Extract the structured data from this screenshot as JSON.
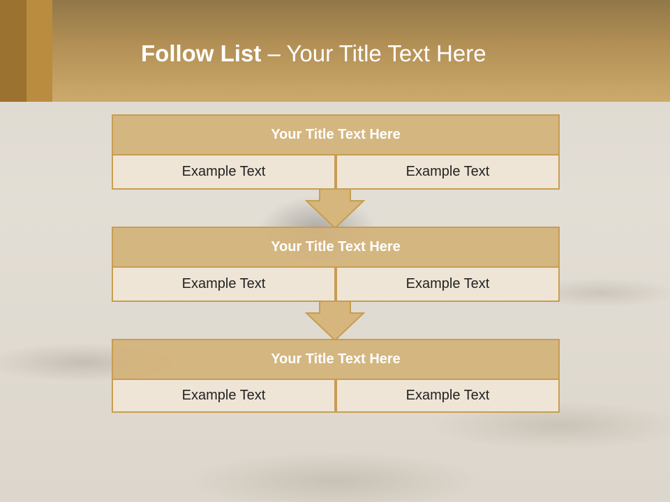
{
  "slide": {
    "title_bold": "Follow List",
    "title_rest": " – Your Title Text Here"
  },
  "colors": {
    "header_top": "#917748",
    "header_bottom": "#ccaa6c",
    "accent_dark": "#9b7230",
    "accent_mid": "#b98c3f",
    "box_title_fill": "#d3b37b",
    "box_border": "#c69d51",
    "cell_fill": "#efe5d6",
    "arrow_fill": "#d6b67c"
  },
  "blocks": [
    {
      "title": "Your Title Text Here",
      "left": "Example Text",
      "right": "Example Text"
    },
    {
      "title": "Your Title Text Here",
      "left": "Example Text",
      "right": "Example Text"
    },
    {
      "title": "Your Title Text Here",
      "left": "Example Text",
      "right": "Example Text"
    }
  ]
}
